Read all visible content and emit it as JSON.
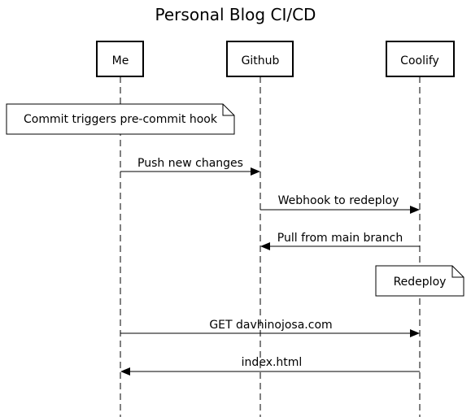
{
  "title": "Personal Blog CI/CD",
  "participants": [
    {
      "id": "me",
      "label": "Me"
    },
    {
      "id": "github",
      "label": "Github"
    },
    {
      "id": "coolify",
      "label": "Coolify"
    }
  ],
  "notes": [
    {
      "id": "note-precommit",
      "text": "Commit triggers pre-commit hook"
    },
    {
      "id": "note-redeploy",
      "text": "Redeploy"
    }
  ],
  "messages": [
    {
      "from": "me",
      "to": "github",
      "label": "Push new changes"
    },
    {
      "from": "github",
      "to": "coolify",
      "label": "Webhook to redeploy"
    },
    {
      "from": "coolify",
      "to": "github",
      "label": "Pull from main branch"
    },
    {
      "from": "me",
      "to": "coolify",
      "label": "GET davhinojosa.com"
    },
    {
      "from": "coolify",
      "to": "me",
      "label": "index.html"
    }
  ],
  "colors": {
    "line": "#000000",
    "background": "#ffffff"
  }
}
